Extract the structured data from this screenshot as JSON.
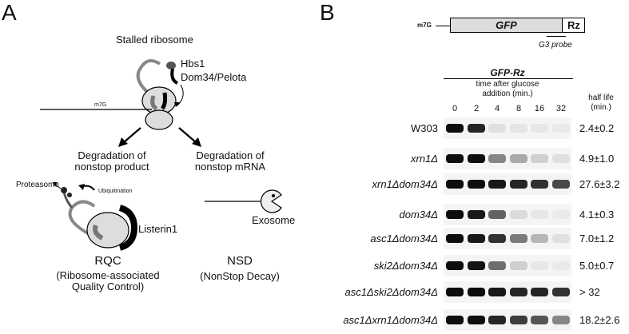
{
  "panelA": {
    "letter": "A",
    "stalled_ribosome": "Stalled ribosome",
    "hbs1": "Hbs1",
    "dom34": "Dom34/Pelota",
    "m7g": "m7G",
    "deg_product": [
      "Degradation of",
      "nonstop product"
    ],
    "deg_mrna": [
      "Degradation of",
      "nonstop mRNA"
    ],
    "proteasome": "Proteasome",
    "ubiquitination": "Ubiquitination",
    "listerin": "Listerin1",
    "exosome": "Exosome",
    "rqc": "RQC",
    "rqc_sub": [
      "(Ribosome-associated",
      "Quality Control)"
    ],
    "nsd": "NSD",
    "nsd_sub": "(NonStop Decay)"
  },
  "panelB": {
    "letter": "B",
    "m7g": "m7G",
    "gfp": "GFP",
    "rz": "Rz",
    "probe": "G3 probe",
    "construct": "GFP-Rz",
    "time_label": [
      "time after glucose",
      "addition (min.)"
    ],
    "half_life_label": [
      "half life",
      "(min.)"
    ],
    "lanes": [
      "0",
      "2",
      "4",
      "8",
      "16",
      "32"
    ],
    "rows": [
      {
        "strain": "W303",
        "italic": false,
        "half_life": "2.4±0.2",
        "bands": [
          0.95,
          0.85,
          0.08,
          0.06,
          0.05,
          0.04
        ]
      },
      {
        "strain": "xrn1Δ",
        "italic": true,
        "half_life": "4.9±1.0",
        "bands": [
          0.95,
          0.95,
          0.45,
          0.3,
          0.15,
          0.08
        ]
      },
      {
        "strain": "xrn1Δdom34Δ",
        "italic": true,
        "half_life": "27.6±3.2",
        "bands": [
          0.95,
          0.95,
          0.9,
          0.85,
          0.8,
          0.7
        ]
      },
      {
        "strain": "dom34Δ",
        "italic": true,
        "half_life": "4.1±0.3",
        "bands": [
          0.95,
          0.9,
          0.6,
          0.1,
          0.05,
          0.04
        ]
      },
      {
        "strain": "asc1Δdom34Δ",
        "italic": true,
        "half_life": "7.0±1.2",
        "bands": [
          0.95,
          0.9,
          0.8,
          0.5,
          0.25,
          0.08
        ]
      },
      {
        "strain": "ski2Δdom34Δ",
        "italic": true,
        "half_life": "5.0±0.7",
        "bands": [
          0.95,
          0.92,
          0.55,
          0.15,
          0.05,
          0.04
        ]
      },
      {
        "strain": "asc1Δski2Δdom34Δ",
        "italic": true,
        "half_life": "> 32",
        "bands": [
          0.95,
          0.95,
          0.9,
          0.85,
          0.85,
          0.8
        ]
      },
      {
        "strain": "asc1Δxrn1Δdom34Δ",
        "italic": true,
        "half_life": "18.2±2.6",
        "bands": [
          0.95,
          0.95,
          0.85,
          0.75,
          0.65,
          0.45
        ]
      }
    ]
  }
}
